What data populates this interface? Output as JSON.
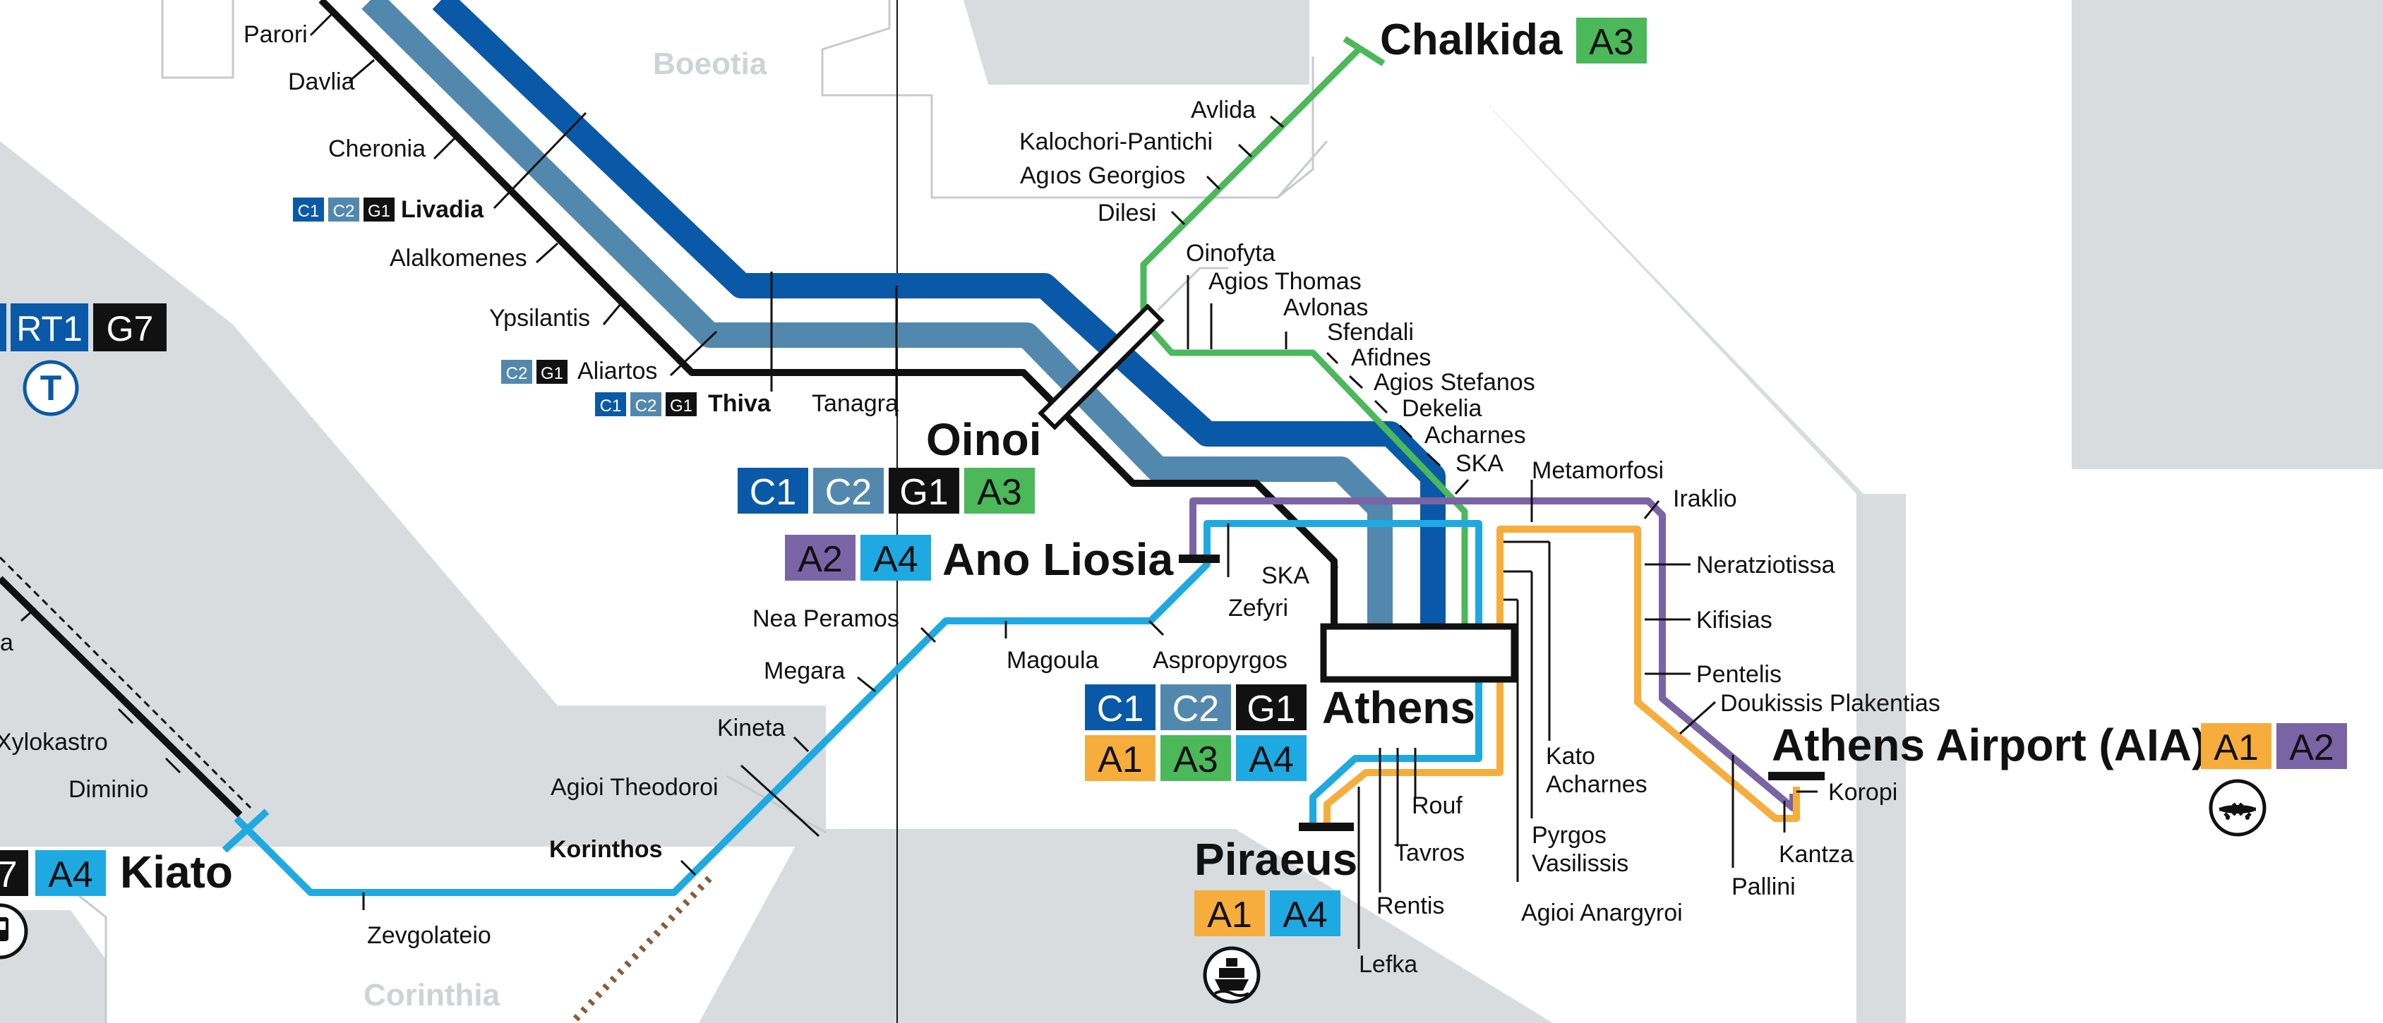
{
  "colors": {
    "C1": "#0a59a8",
    "C2": "#5388ae",
    "G1": "#111111",
    "A1": "#f7ad3b",
    "A2": "#7b64a6",
    "A3": "#4bb85a",
    "A4": "#1fa9e3",
    "RT1": "#0a59a8",
    "G7": "#111111",
    "land": "#d9dcde",
    "road": "#c7cacd"
  },
  "regions": {
    "boeotia": "Boeotia",
    "corinthia": "Corinthia"
  },
  "lines": {
    "C1": "C1",
    "C2": "C2",
    "G1": "G1",
    "A1": "A1",
    "A2": "A2",
    "A3": "A3",
    "A4": "A4",
    "RT1": "RT1",
    "G7": "G7"
  },
  "major_stations": {
    "chalkida": "Chalkida",
    "oinoi": "Oinoi",
    "ano_liosia": "Ano Liosia",
    "athens": "Athens",
    "athens_airport": "Athens Airport (AIA)",
    "piraeus": "Piraeus",
    "kiato": "Kiato"
  },
  "bold_stations": {
    "livadia": "Livadia",
    "thiva": "Thiva",
    "korinthos": "Korinthos"
  },
  "stations": {
    "parori": "Parori",
    "davlia": "Davlia",
    "cheronia": "Cheronia",
    "alalkomenes": "Alalkomenes",
    "ypsilantis": "Ypsilantis",
    "aliartos": "Aliartos",
    "tanagra": "Tanagra",
    "avlida": "Avlida",
    "kalochori": "Kalochori-Pantichi",
    "agios_georgios": "Agıos Georgios",
    "dilesi": "Dilesi",
    "oinofyta": "Oinofyta",
    "agios_thomas": "Agios Thomas",
    "avlonas": "Avlonas",
    "sfendali": "Sfendali",
    "afidnes": "Afidnes",
    "agios_stefanos": "Agios Stefanos",
    "dekelia": "Dekelia",
    "acharnes": "Acharnes",
    "ska_upper": "SKA",
    "ska_lower": "SKA",
    "metamorfosi": "Metamorfosi",
    "iraklio": "Iraklio",
    "neratziotissa": "Neratziotissa",
    "kifisias": "Kifisias",
    "pentelis": "Pentelis",
    "doukissis": "Doukissis Plakentias",
    "koropi": "Koropi",
    "kantza": "Kantza",
    "pallini": "Pallini",
    "kato_acharnes_1": "Kato",
    "kato_acharnes_2": "Acharnes",
    "pyrgos_1": "Pyrgos",
    "pyrgos_2": "Vasilissis",
    "agioi_anargyroi": "Agioi Anargyroi",
    "rouf": "Rouf",
    "tavros": "Tavros",
    "rentis": "Rentis",
    "lefka": "Lefka",
    "zefyri": "Zefyri",
    "aspropyrgos": "Aspropyrgos",
    "magoula": "Magoula",
    "nea_peramos": "Nea Peramos",
    "megara": "Megara",
    "kineta": "Kineta",
    "agioi_theodoroi": "Agioi Theodoroi",
    "zevgolateio": "Zevgolateio",
    "diminio": "Diminio",
    "xylokastro": "Xylokastro",
    "partial_a": "a"
  },
  "icons": {
    "tram": "tram-icon",
    "airport": "airplane-icon",
    "port": "ship-icon",
    "bus": "bus-icon"
  }
}
